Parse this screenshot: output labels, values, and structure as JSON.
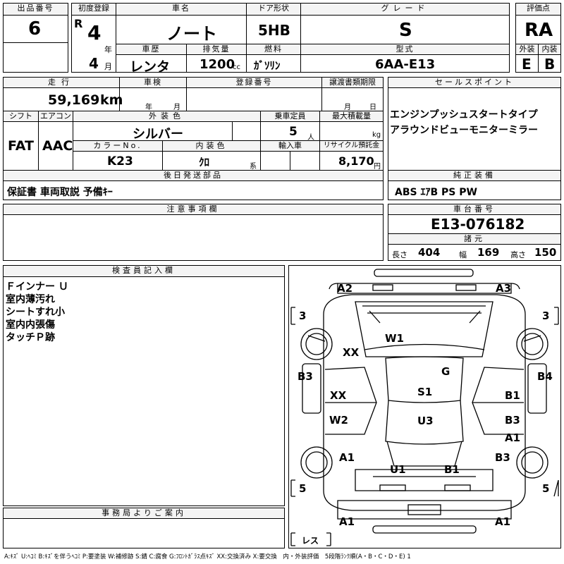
{
  "header": {
    "lot_no_label": "出品番号",
    "lot_no": "6",
    "first_reg_label": "初度登録",
    "era": "R",
    "year": "4",
    "year_unit": "年",
    "month": "4",
    "month_unit": "月",
    "car_name_label": "車名",
    "car_name": "ノート",
    "door_label": "ドア形状",
    "door": "5HB",
    "grade_label": "グレード",
    "grade": "S",
    "score_label": "評価点",
    "score": "RA",
    "history_label": "車歴",
    "history": "レンタ",
    "displacement_label": "排気量",
    "displacement": "1200",
    "displacement_unit": "cc",
    "fuel_label": "燃料",
    "fuel": "ｶﾞｿﾘﾝ",
    "model_label": "型式",
    "model": "6AA-E13",
    "exterior_label": "外装",
    "exterior_grade": "E",
    "interior_label": "内装",
    "interior_grade": "B"
  },
  "row2": {
    "mileage_label": "走行",
    "mileage": "59,169",
    "mileage_unit": "km",
    "inspection_label": "車検",
    "insp_year_unit": "年",
    "insp_month_unit": "月",
    "reg_no_label": "登録番号",
    "transfer_label": "譲渡書類期限",
    "transfer_month_unit": "月",
    "transfer_day_unit": "日",
    "shift_label": "シフト",
    "shift": "FAT",
    "ac_label": "エアコン",
    "ac": "AAC",
    "color_label": "外装色",
    "color": "シルバー",
    "capacity_label": "乗車定員",
    "capacity": "5",
    "capacity_unit": "人",
    "max_load_label": "最大積載量",
    "max_load_unit": "kg",
    "color_no_label": "カラーNo.",
    "color_no": "K23",
    "int_color_label": "内装色",
    "int_color": "ｸﾛ",
    "int_color_unit": "系",
    "import_label": "輸入車",
    "recycle_label": "リサイクル預託金",
    "recycle": "8,170",
    "recycle_unit": "円"
  },
  "sales_points": {
    "label": "セールスポイント",
    "lines": [
      "エンジンプッシュスタートタイプ",
      "アラウンドビューモニターミラー"
    ]
  },
  "later_parts": {
    "label": "後日発送部品",
    "value": "保証書 車両取説 予備ｷｰ"
  },
  "genuine": {
    "label": "純正装備",
    "value": "ABS ｴｱB PS PW"
  },
  "notes": {
    "label": "注意事項欄"
  },
  "chassis": {
    "label": "車台番号",
    "value": "E13-076182",
    "spec_label": "諸元",
    "length_label": "長さ",
    "length": "404",
    "width_label": "幅",
    "width": "169",
    "height_label": "高さ",
    "height": "150"
  },
  "inspector": {
    "label": "検査員記入欄",
    "lines": [
      "Ｆインナー Ｕ",
      "室内薄汚れ",
      "シートすれ小",
      "室内内張傷",
      "タッチＰ跡"
    ]
  },
  "office": {
    "label": "事務局よりご案内"
  },
  "diagram": {
    "marks": {
      "a2_top": "A2",
      "a3_top": "A3",
      "b3_left": "B3",
      "b4_right": "B4",
      "w1": "W1",
      "xx_hood": "XX",
      "g": "G",
      "xx_door": "XX",
      "s1": "S1",
      "b1_door": "B1",
      "w2": "W2",
      "u3": "U3",
      "b3_door": "B3",
      "a1_door": "A1",
      "a1_left": "A1",
      "b3_right": "B3",
      "u1": "U1",
      "b1_bottom": "B1",
      "a1_rear_l": "A1",
      "a1_rear_r": "A1",
      "n3_left": "3",
      "n3_right": "3",
      "n5_left": "5",
      "n5_right": "5",
      "rest": "レス"
    }
  },
  "legend": "A:ｷｽﾞ U:ﾍｺﾐ B:ｷｽﾞを伴うﾍｺﾐ P:要塗装 W:補修跡 S:錆 C:腐食 G:ﾌﾛﾝﾄｶﾞﾗｽ点ｷｽﾞ XX:交換済み X:要交換　内・外装評価　5段階ﾗﾝｸ順(A・B・C・D・E) 1"
}
